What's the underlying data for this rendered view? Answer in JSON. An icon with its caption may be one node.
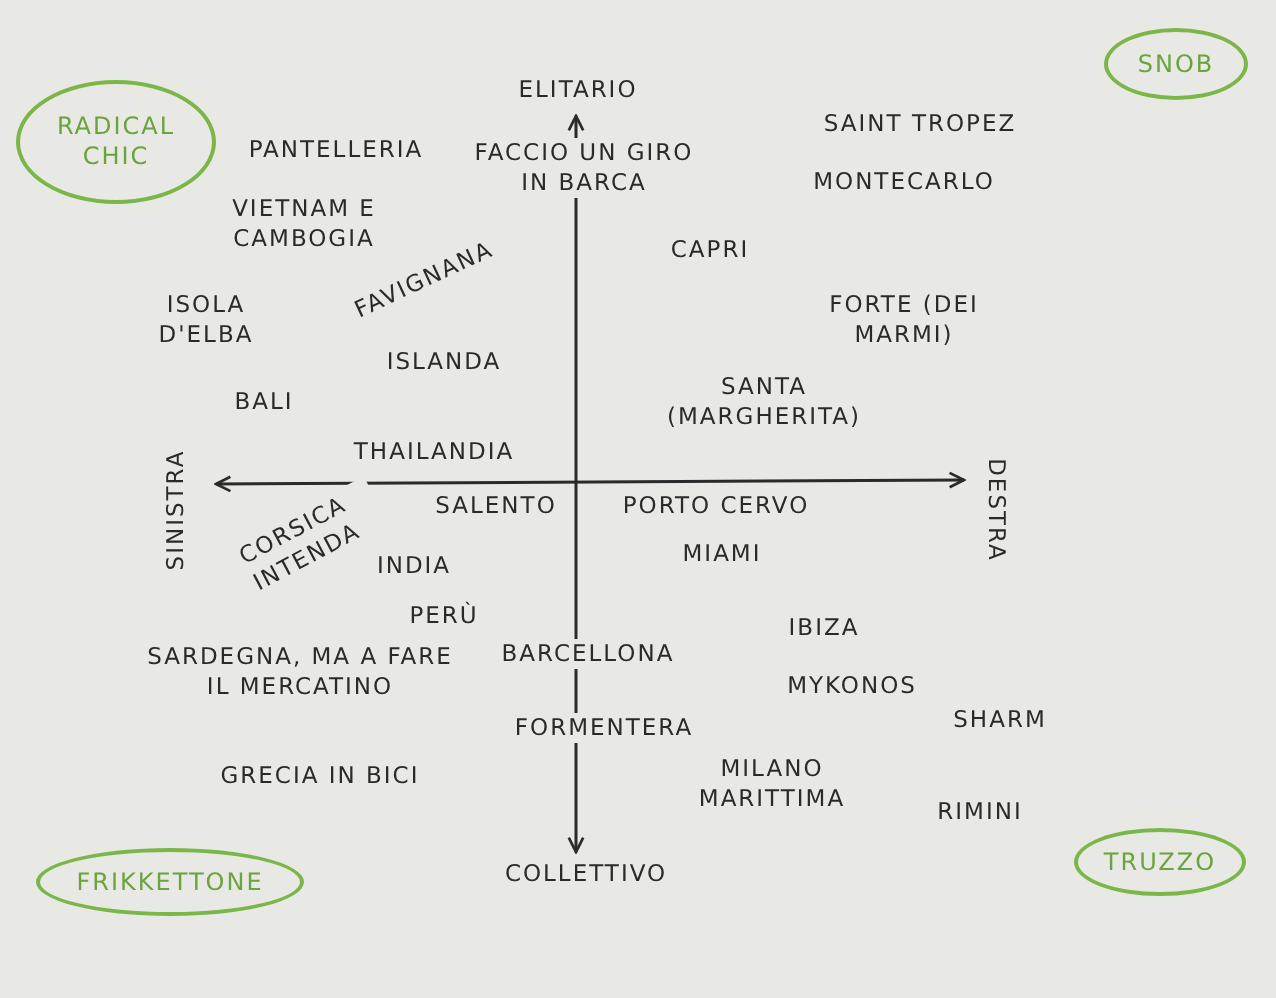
{
  "diagram": {
    "nodes": [
      {
        "text": [
          "RADICAL CHIC"
        ]
      },
      {
        "text": [
          "SNOB"
        ]
      },
      {
        "text": [
          "FRIKKETTONE"
        ]
      },
      {
        "text": [
          "TRUZZO"
        ]
      }
    ],
    "labels": [
      "ELITARIO",
      "SAINT TROPEZ",
      "PANTELLERIA",
      "FACCIO UN GIRO IN BARCA",
      "MONTECARLO",
      "VIETNAM E CAMBOGIA",
      "CAPRI",
      "FAVIGNANA",
      "ISOLA D'ELBA",
      "FORTE (DEI MARMI)",
      "ISLANDA",
      "SANTA (MARGHERITA)",
      "BALI",
      "THAILANDIA",
      "SINISTRA",
      "PORTO CERVO",
      "DESTRA",
      "SALENTO",
      "CORSICA INTENDA",
      "INDIA",
      "MIAMI",
      "PERÙ",
      "SARDEGNA, MA A FARE IL MERCATINO",
      "BARCELLONA",
      "IBIZA",
      "MYKONOS",
      "SHARM",
      "FORMENTERA",
      "GRECIA IN BICI",
      "MILANO MARITTIMA",
      "RIMINI",
      "COLLETTIVO"
    ]
  }
}
